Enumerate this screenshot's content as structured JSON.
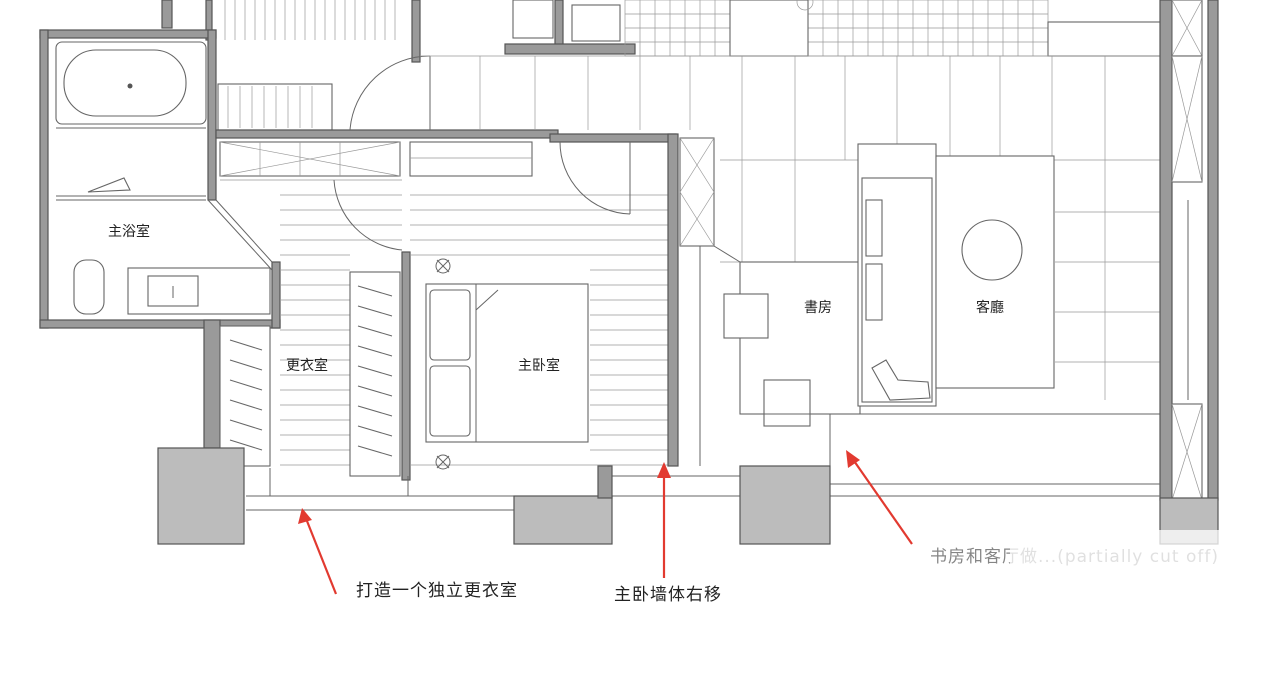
{
  "rooms": {
    "master_bath": "主浴室",
    "walk_in_closet": "更衣室",
    "master_bedroom": "主卧室",
    "study": "書房",
    "living_room": "客廳"
  },
  "annotations": {
    "closet_note": "打造一个独立更衣室",
    "wall_note": "主卧墙体右移",
    "study_note": "书房和客厅做...(partially cut off)"
  },
  "colors": {
    "wall": "#9a9a9a",
    "column": "#bcbcbc",
    "arrow": "#e23a30",
    "line": "#666666"
  }
}
